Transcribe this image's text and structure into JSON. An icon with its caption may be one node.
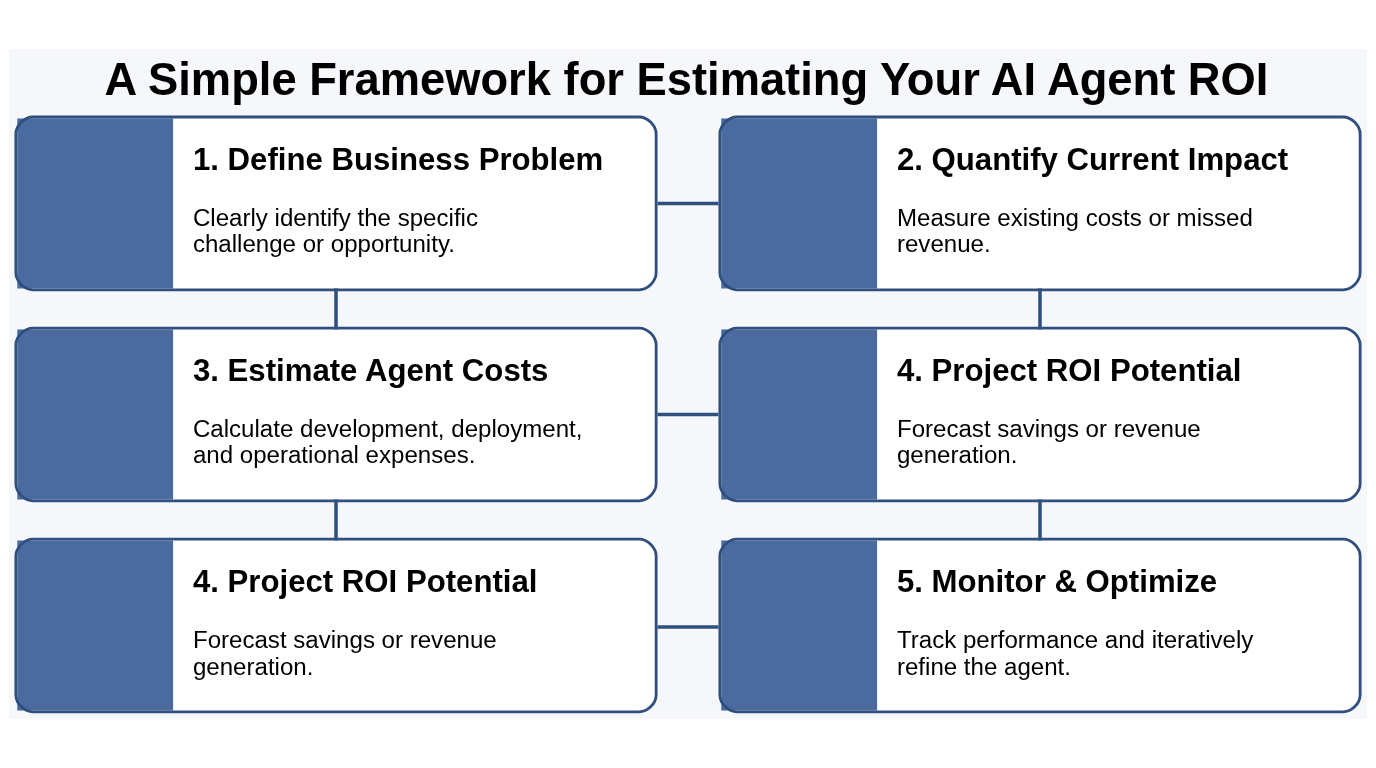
{
  "diagram": {
    "title": "A Simple Framework for Estimating Your AI Agent ROI",
    "nodes": [
      {
        "text": [
          "1. Define Business Problem",
          "Clearly identify the specific challenge or opportunity."
        ]
      },
      {
        "text": [
          "2. Quantify Current Impact",
          "Measure existing costs or missed revenue."
        ]
      },
      {
        "text": [
          "3. Estimate Agent Costs",
          "Calculate development, deployment, and operational expenses."
        ]
      },
      {
        "text": [
          "4. Project ROI Potential",
          "Forecast savings or revenue generation."
        ]
      },
      {
        "text": [
          "4. Project ROI Potential",
          "Forecast savings or revenue generation."
        ]
      },
      {
        "text": [
          "5. Monitor & Optimize",
          "Track performance and iteratively refine the agent."
        ]
      }
    ],
    "edges": [
      {
        "from": 0,
        "to": 1,
        "arrow": "none"
      },
      {
        "from": 0,
        "to": 2,
        "arrow": "none"
      },
      {
        "from": 1,
        "to": 3,
        "arrow": "none"
      },
      {
        "from": 2,
        "to": 3,
        "arrow": "none"
      },
      {
        "from": 2,
        "to": 4,
        "arrow": "none"
      },
      {
        "from": 3,
        "to": 5,
        "arrow": "none"
      },
      {
        "from": 4,
        "to": 5,
        "arrow": "none"
      }
    ]
  }
}
